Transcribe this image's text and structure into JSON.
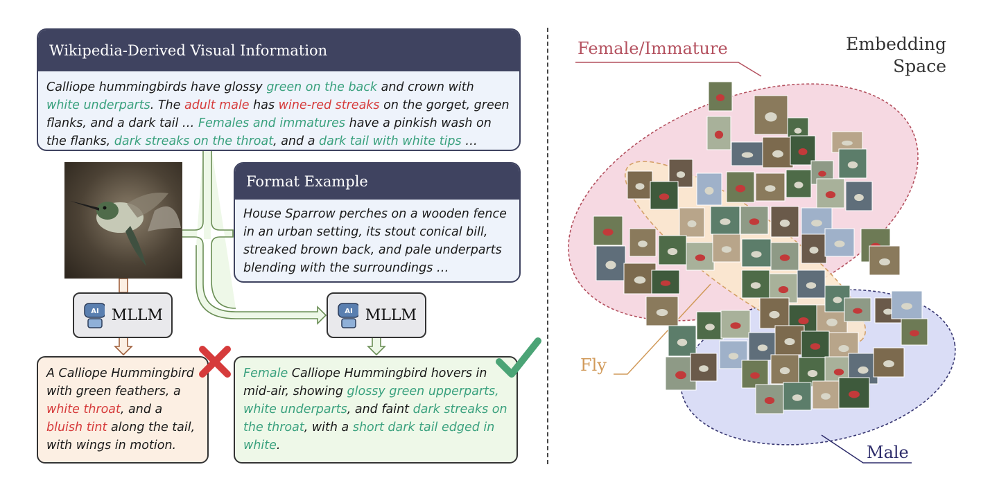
{
  "wiki": {
    "title": "Wikipedia-Derived Visual Information",
    "segments": [
      {
        "t": "Calliope hummingbirds have glossy ",
        "c": "n"
      },
      {
        "t": "green on the back",
        "c": "g"
      },
      {
        "t": " and crown with ",
        "c": "n"
      },
      {
        "t": "white underparts",
        "c": "g"
      },
      {
        "t": ". The ",
        "c": "n"
      },
      {
        "t": "adult male",
        "c": "r"
      },
      {
        "t": " has ",
        "c": "n"
      },
      {
        "t": "wine-red streaks",
        "c": "r"
      },
      {
        "t": " on the gorget, green flanks, and a dark tail … ",
        "c": "n"
      },
      {
        "t": "Females and immatures",
        "c": "g"
      },
      {
        "t": " have a pinkish wash on the flanks, ",
        "c": "n"
      },
      {
        "t": "dark streaks on the throat",
        "c": "g"
      },
      {
        "t": ", and a ",
        "c": "n"
      },
      {
        "t": "dark tail with white tips",
        "c": "g"
      },
      {
        "t": " …",
        "c": "n"
      }
    ]
  },
  "format": {
    "title": "Format Example",
    "text": "House Sparrow perches on a wooden fence in an urban setting, its stout conical bill, streaked brown back, and pale underparts blending with the surroundings …"
  },
  "mllm": {
    "label": "MLLM",
    "icon_text": "AI"
  },
  "output_wrong": {
    "segments": [
      {
        "t": "A Calliope Hummingbird with green feathers, a ",
        "c": "n"
      },
      {
        "t": "white throat",
        "c": "r"
      },
      {
        "t": ", and a ",
        "c": "n"
      },
      {
        "t": "bluish tint",
        "c": "r"
      },
      {
        "t": " along the tail, with wings in motion.",
        "c": "n"
      }
    ],
    "mark": "cross-icon"
  },
  "output_right": {
    "segments": [
      {
        "t": "Female",
        "c": "g"
      },
      {
        "t": " Calliope Hummingbird hovers in mid-air, showing ",
        "c": "n"
      },
      {
        "t": "glossy green upperparts, white underparts",
        "c": "g"
      },
      {
        "t": ", and faint ",
        "c": "n"
      },
      {
        "t": "dark streaks on the throat",
        "c": "g"
      },
      {
        "t": ", with a ",
        "c": "n"
      },
      {
        "t": "short dark tail edged in white",
        "c": "g"
      },
      {
        "t": ".",
        "c": "n"
      }
    ],
    "mark": "check-icon"
  },
  "embedding": {
    "title_line1": "Embedding",
    "title_line2": "Space",
    "labels": {
      "female": "Female/Immature",
      "fly": "Fly",
      "male": "Male"
    },
    "colors": {
      "female": "#b4515f",
      "fly": "#d19a5a",
      "male": "#2e2d6b",
      "female_fill": "#f6d9e2",
      "fly_fill": "#fbe8cf",
      "male_fill": "#d9dcf6"
    }
  },
  "colors": {
    "header": "#3f4360",
    "green_text": "#3aa17e",
    "red_text": "#d63b3b",
    "wrong_bg": "#fcefe3",
    "right_bg": "#eef8e8"
  }
}
